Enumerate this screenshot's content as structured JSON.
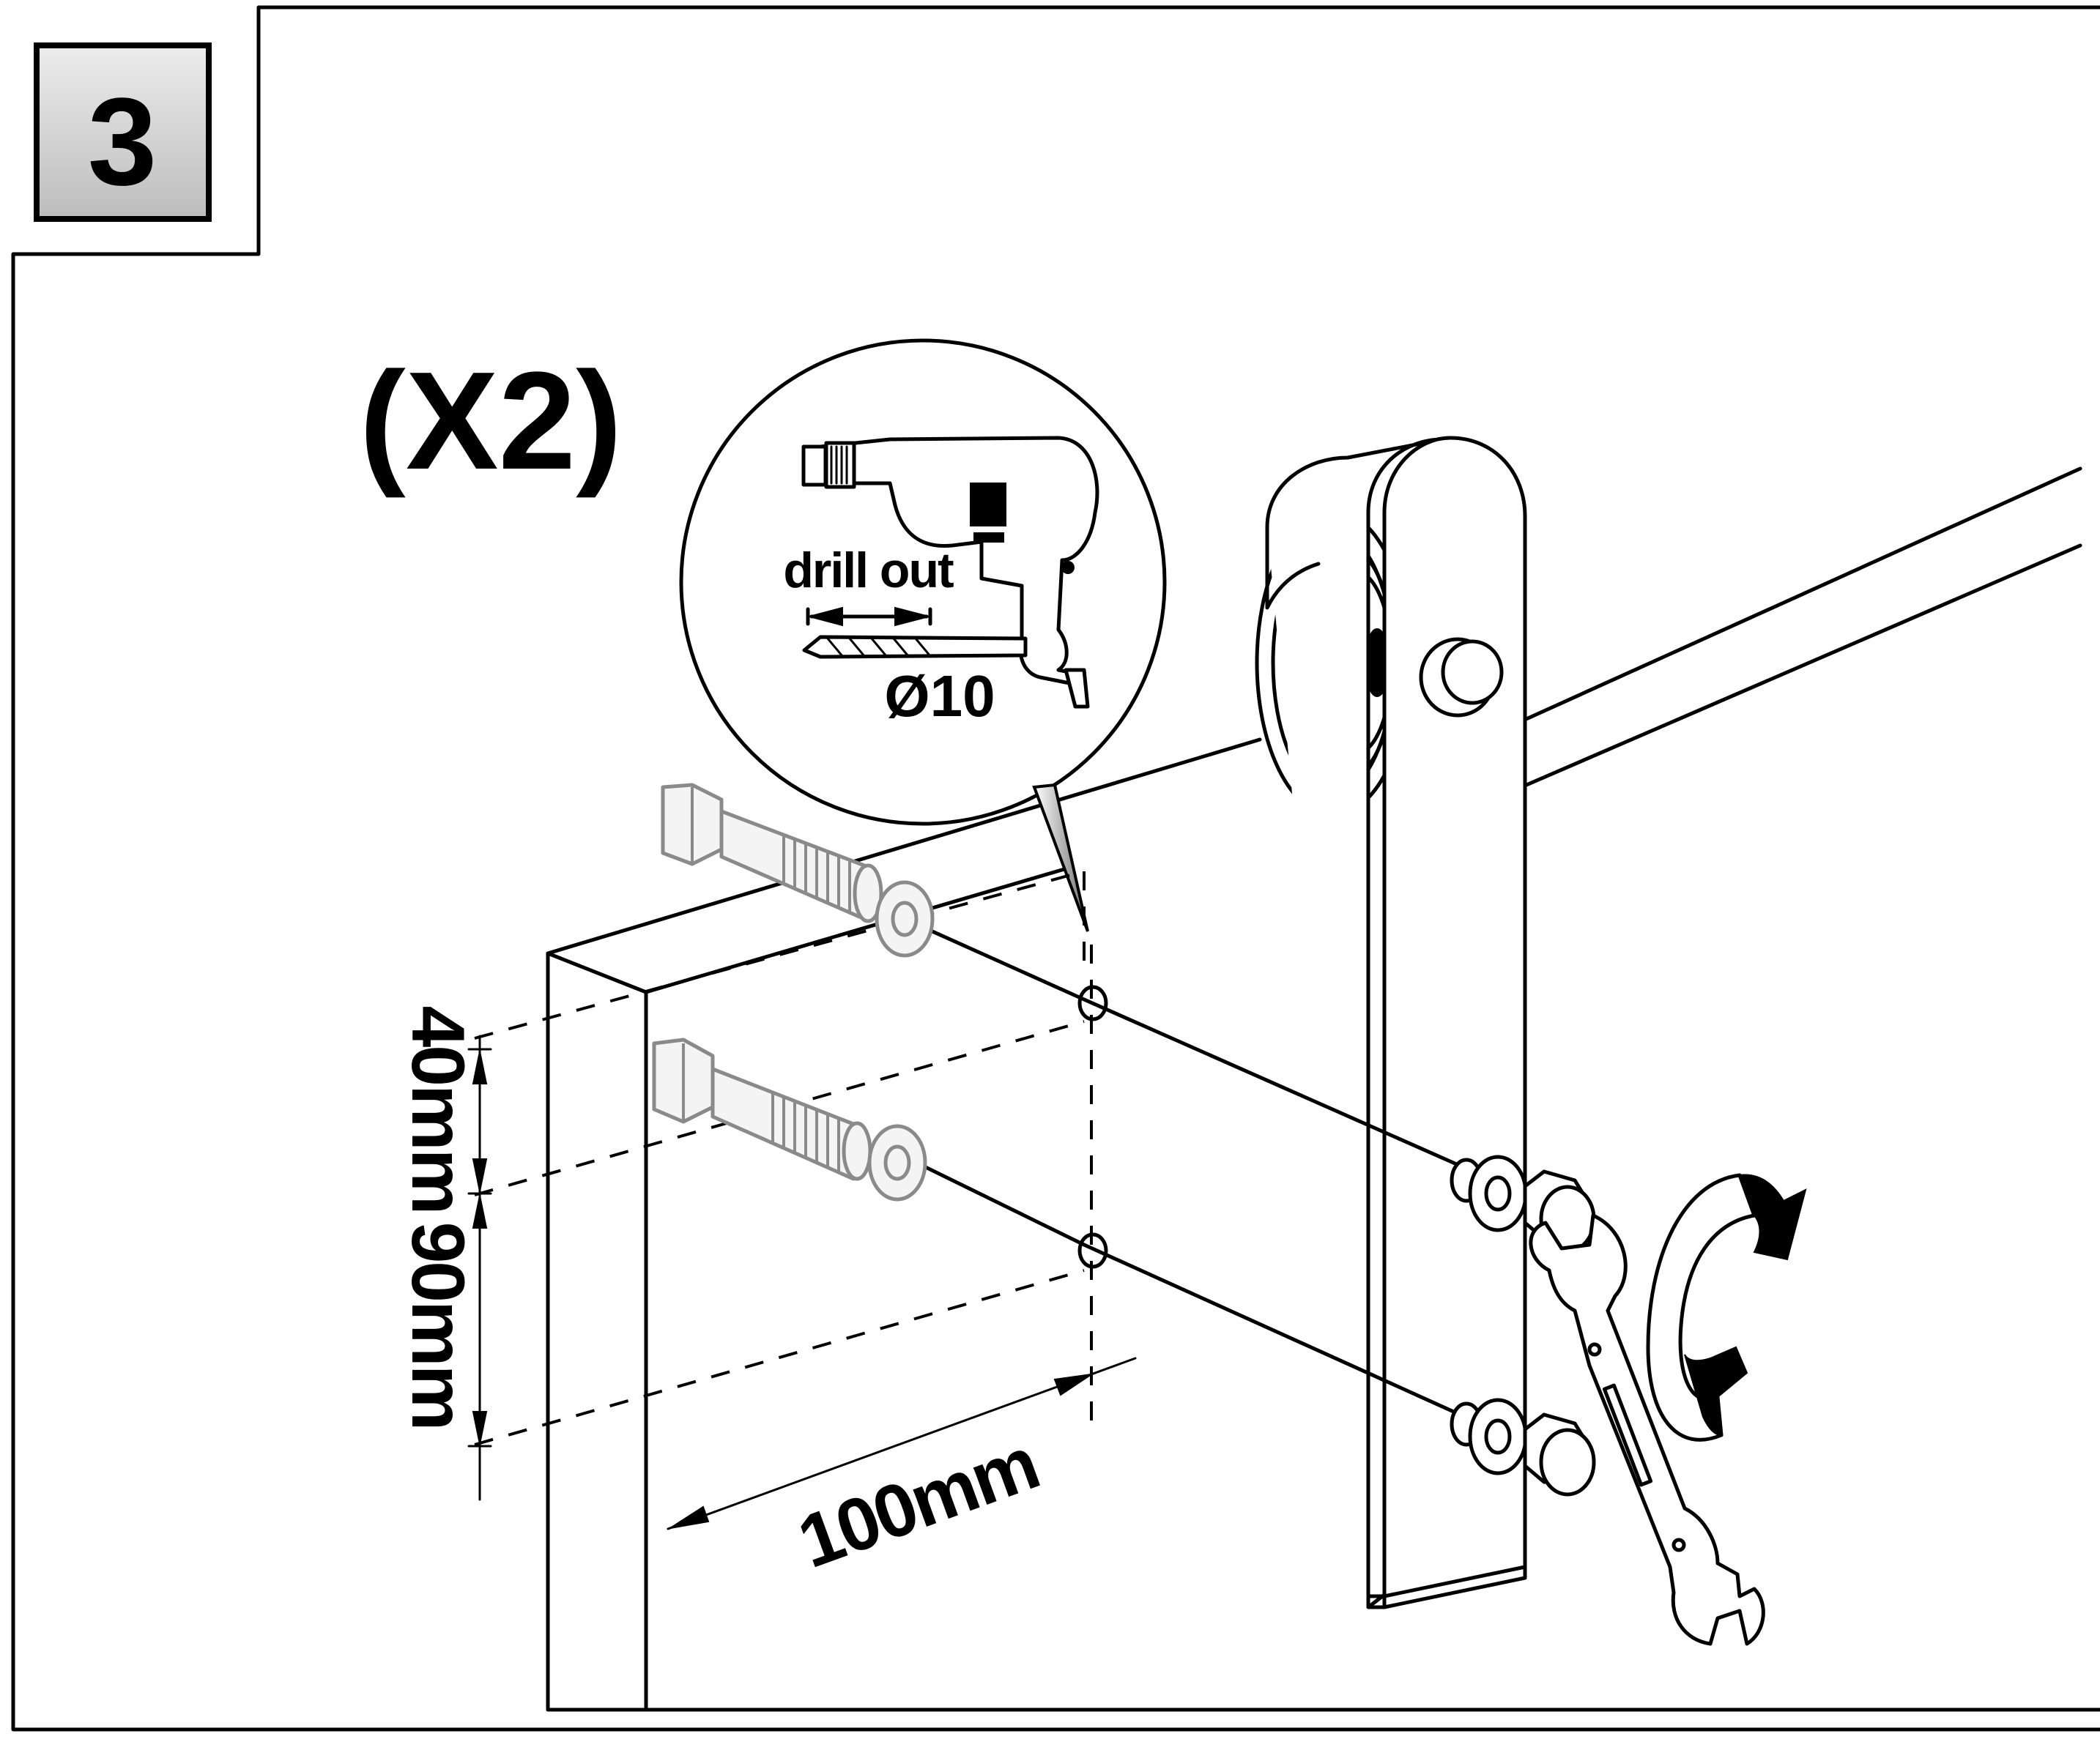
{
  "step": {
    "number": "3"
  },
  "quantity": {
    "label": "(X2)"
  },
  "drill_callout": {
    "action_label": "drill out",
    "diameter_label": "Ø10"
  },
  "dimensions": {
    "top_spacing": "40mm",
    "bottom_spacing": "90mm",
    "edge_distance": "100mm"
  },
  "icons": [
    "drill-icon",
    "drill-bit-icon",
    "wrench-icon",
    "rotate-arrow-icon",
    "bolt-icon",
    "washer-icon",
    "nut-icon",
    "roller-wheel-icon"
  ],
  "colors": {
    "line": "#000000",
    "background": "#ffffff",
    "ghost_parts": "#8a8a8a",
    "badge_fill": "#d8d8d8"
  }
}
